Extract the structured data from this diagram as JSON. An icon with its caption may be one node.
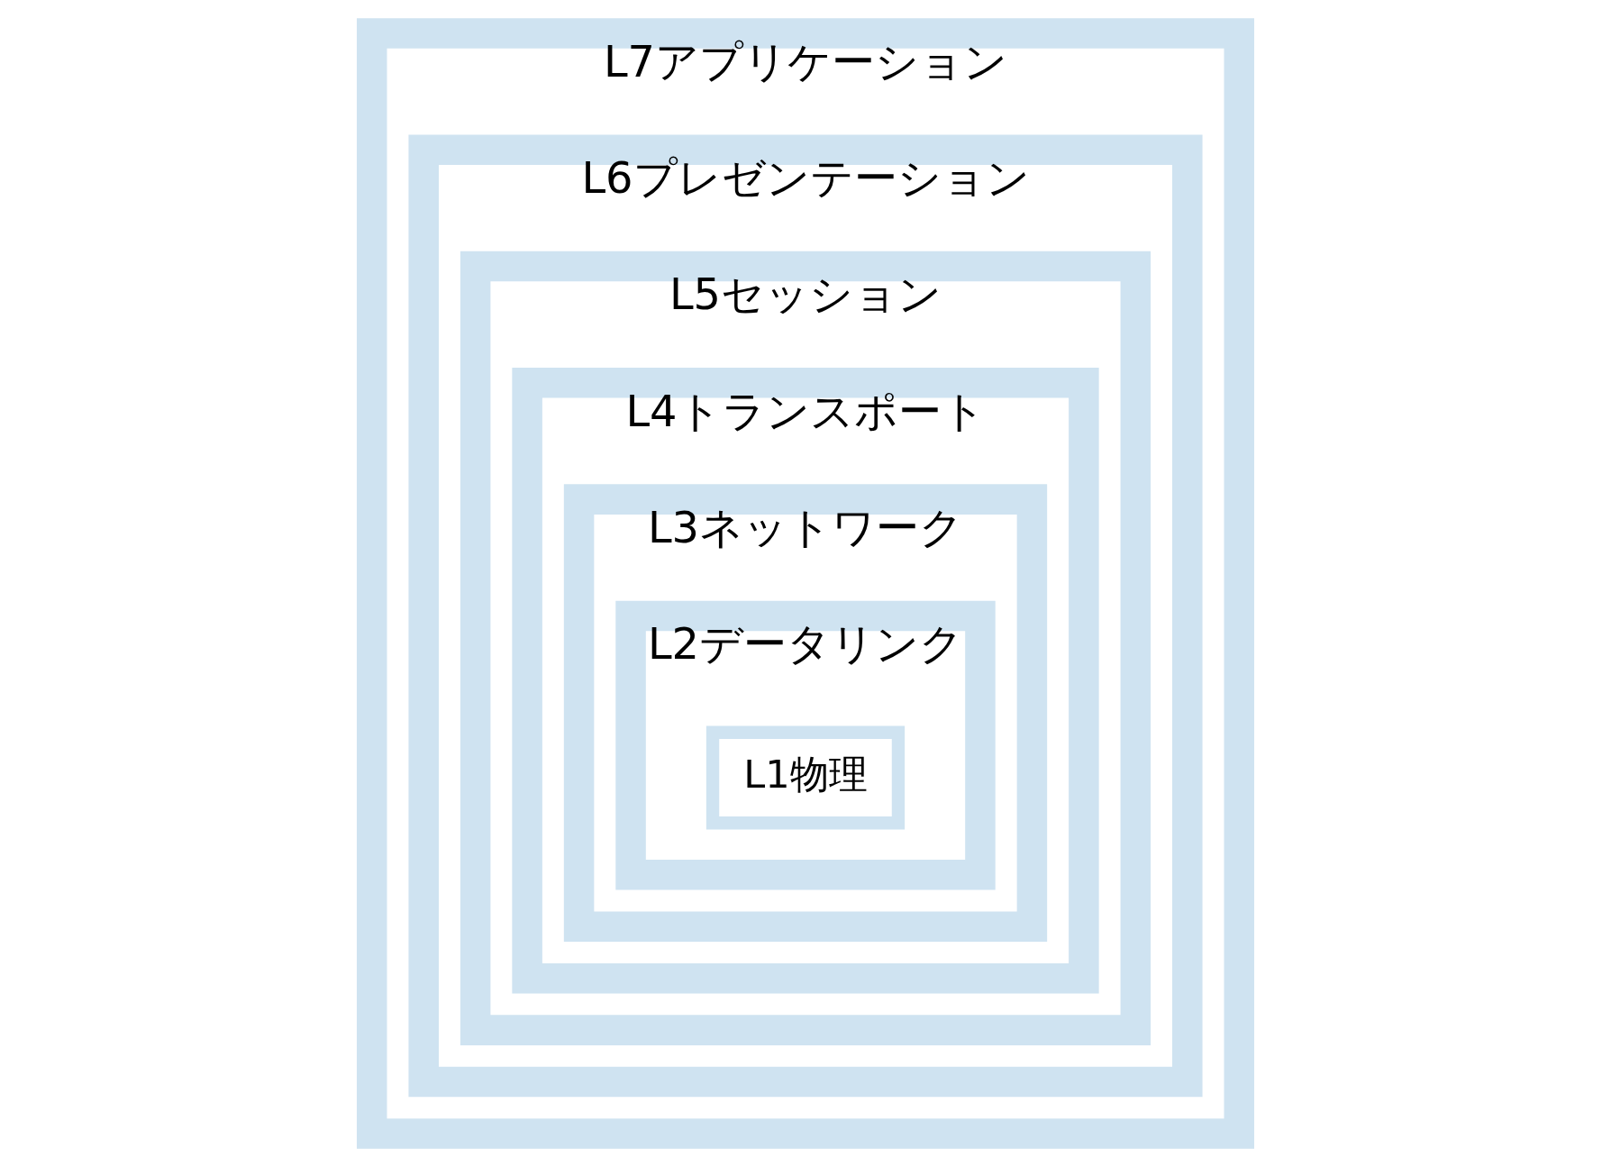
{
  "diagram": {
    "nodes": [
      {
        "text": [
          "L7アプリケーション"
        ]
      },
      {
        "text": [
          "L6プレゼンテーション"
        ],
        "in": 0
      },
      {
        "text": [
          "L5セッション"
        ],
        "in": 1
      },
      {
        "text": [
          "L4トランスポート"
        ],
        "in": 2
      },
      {
        "text": [
          "L3ネットワーク"
        ],
        "in": 3
      },
      {
        "text": [
          "L2データリンク"
        ],
        "in": 4
      },
      {
        "text": [
          "L1物理"
        ],
        "in": 5
      }
    ],
    "edges": []
  }
}
